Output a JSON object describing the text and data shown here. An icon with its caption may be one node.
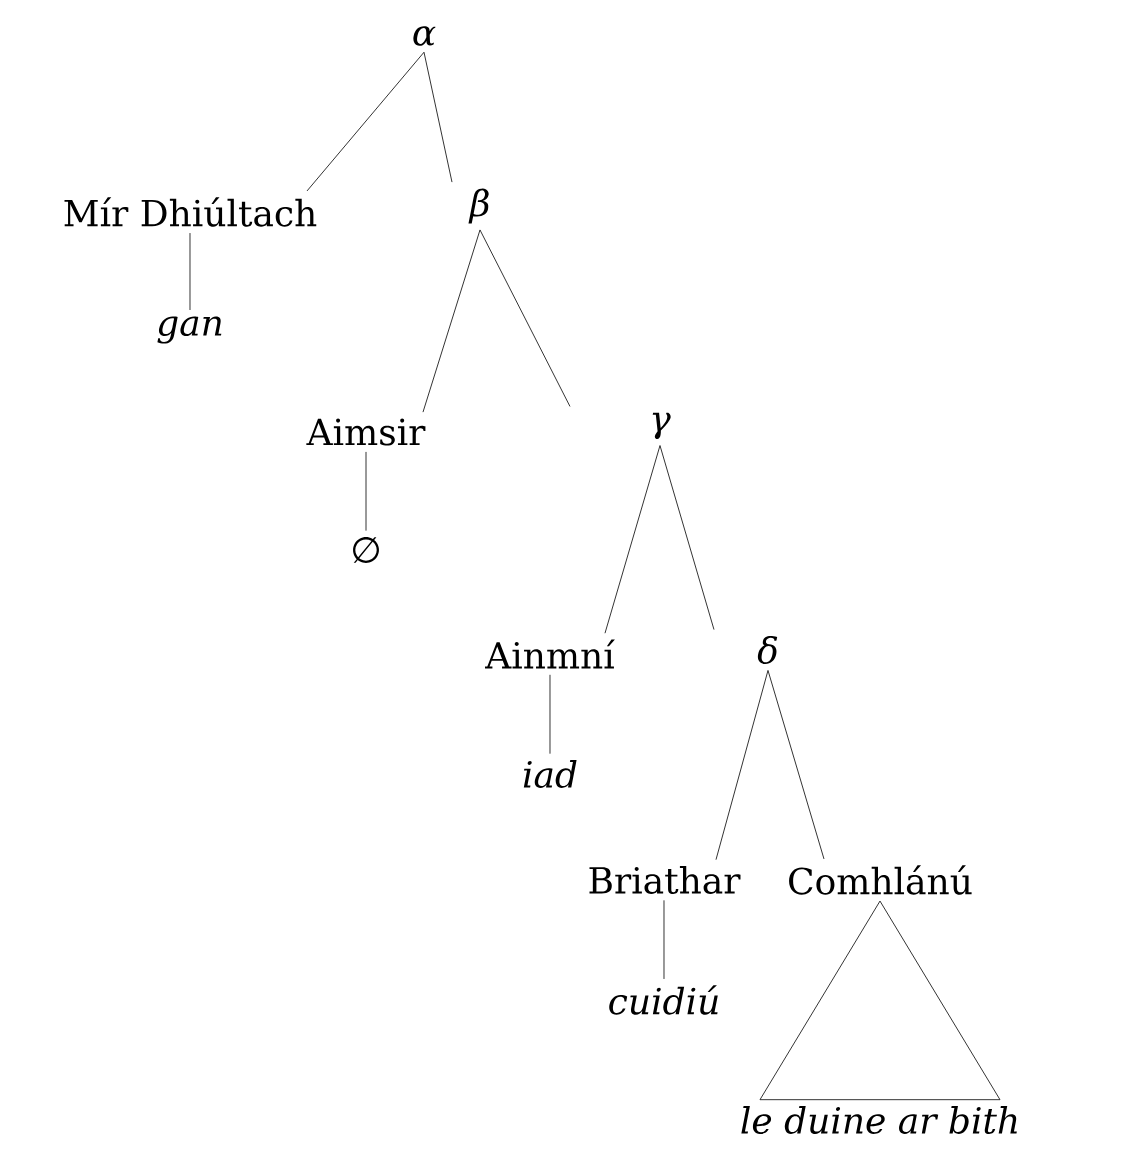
{
  "diagram": {
    "nodes": [
      {
        "text": [
          "α"
        ]
      },
      {
        "text": [
          "Mír Dhiúltach"
        ]
      },
      {
        "text": [
          "gan"
        ]
      },
      {
        "text": [
          "β"
        ]
      },
      {
        "text": [
          "Aimsir"
        ]
      },
      {
        "text": [
          "∅"
        ]
      },
      {
        "text": [
          "γ"
        ]
      },
      {
        "text": [
          "Ainmní"
        ]
      },
      {
        "text": [
          "iad"
        ]
      },
      {
        "text": [
          "δ"
        ]
      },
      {
        "text": [
          "Briathar"
        ]
      },
      {
        "text": [
          "cuidiú"
        ]
      },
      {
        "text": [
          "Comhlánú"
        ]
      },
      {
        "text": [
          "le duine ar bith"
        ]
      }
    ],
    "edges": [
      {
        "from": 0,
        "to": 1,
        "arrow": "none"
      },
      {
        "from": 0,
        "to": 3,
        "arrow": "none"
      },
      {
        "from": 1,
        "to": 2,
        "arrow": "none"
      },
      {
        "from": 3,
        "to": 4,
        "arrow": "none"
      },
      {
        "from": 3,
        "to": 6,
        "arrow": "none"
      },
      {
        "from": 4,
        "to": 5,
        "arrow": "none"
      },
      {
        "from": 6,
        "to": 7,
        "arrow": "none"
      },
      {
        "from": 6,
        "to": 9,
        "arrow": "none"
      },
      {
        "from": 7,
        "to": 8,
        "arrow": "none"
      },
      {
        "from": 9,
        "to": 10,
        "arrow": "none"
      },
      {
        "from": 9,
        "to": 12,
        "arrow": "none"
      },
      {
        "from": 10,
        "to": 11,
        "arrow": "none"
      },
      {
        "from": 12,
        "to": 13,
        "arrow": "none"
      }
    ]
  }
}
